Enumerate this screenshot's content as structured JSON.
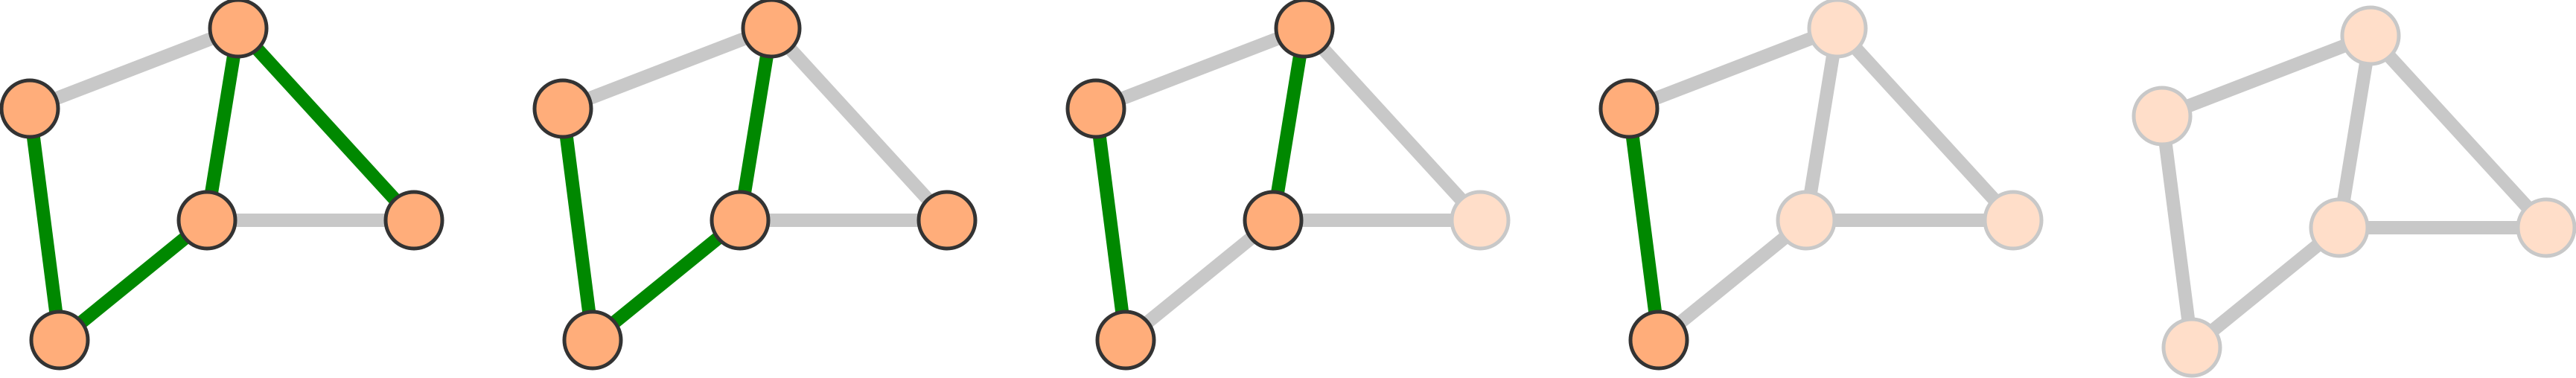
{
  "colors": {
    "background": "#ffffff",
    "edge_active": "#008800",
    "edge_inactive": "#c8c8c8",
    "node_active_fill": "#ffad7a",
    "node_active_stroke": "#333333",
    "node_faded_fill": "#ffdec9",
    "node_faded_stroke": "#c8c8c8"
  },
  "graph": {
    "nodes": [
      "left",
      "top",
      "center",
      "right",
      "bottom"
    ],
    "edges": [
      {
        "id": "left-top",
        "from": "left",
        "to": "top"
      },
      {
        "id": "left-bottom",
        "from": "left",
        "to": "bottom"
      },
      {
        "id": "top-center",
        "from": "top",
        "to": "center"
      },
      {
        "id": "top-right",
        "from": "top",
        "to": "right"
      },
      {
        "id": "center-right",
        "from": "center",
        "to": "right"
      },
      {
        "id": "center-bottom",
        "from": "center",
        "to": "bottom"
      }
    ]
  },
  "panels": [
    {
      "name": "panel-1",
      "active_edges": [
        "left-bottom",
        "top-center",
        "top-right",
        "center-bottom"
      ],
      "active_nodes": [
        "left",
        "top",
        "center",
        "right",
        "bottom"
      ]
    },
    {
      "name": "panel-2",
      "active_edges": [
        "left-bottom",
        "top-center",
        "center-bottom"
      ],
      "active_nodes": [
        "left",
        "top",
        "center",
        "right",
        "bottom"
      ]
    },
    {
      "name": "panel-3",
      "active_edges": [
        "left-bottom",
        "top-center"
      ],
      "active_nodes": [
        "left",
        "top",
        "center",
        "bottom"
      ]
    },
    {
      "name": "panel-4",
      "active_edges": [
        "left-bottom"
      ],
      "active_nodes": [
        "left",
        "bottom"
      ]
    },
    {
      "name": "panel-5",
      "active_edges": [],
      "active_nodes": []
    }
  ]
}
